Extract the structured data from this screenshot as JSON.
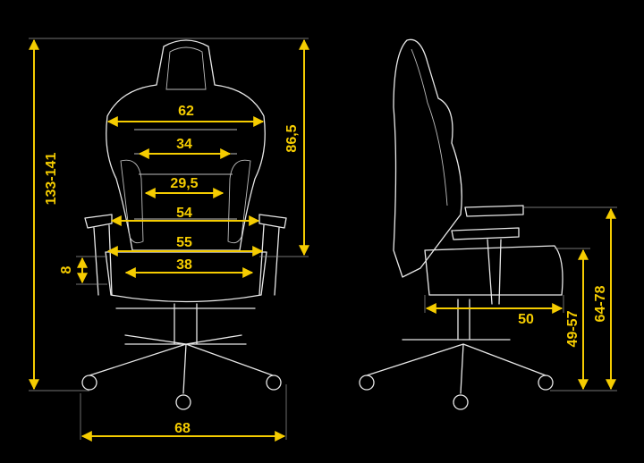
{
  "accent_color": "#f5cc00",
  "front_view": {
    "total_height": "133-141",
    "backrest_height": "86,5",
    "shoulder_width": "62",
    "upper_back_width": "34",
    "lumbar_width": "29,5",
    "armrest_inner_width": "54",
    "seat_width": "55",
    "seat_inner_width": "38",
    "seat_cushion_thickness": "8",
    "base_width": "68"
  },
  "side_view": {
    "seat_depth": "50",
    "seat_height": "49-57",
    "armrest_height": "64-78"
  }
}
